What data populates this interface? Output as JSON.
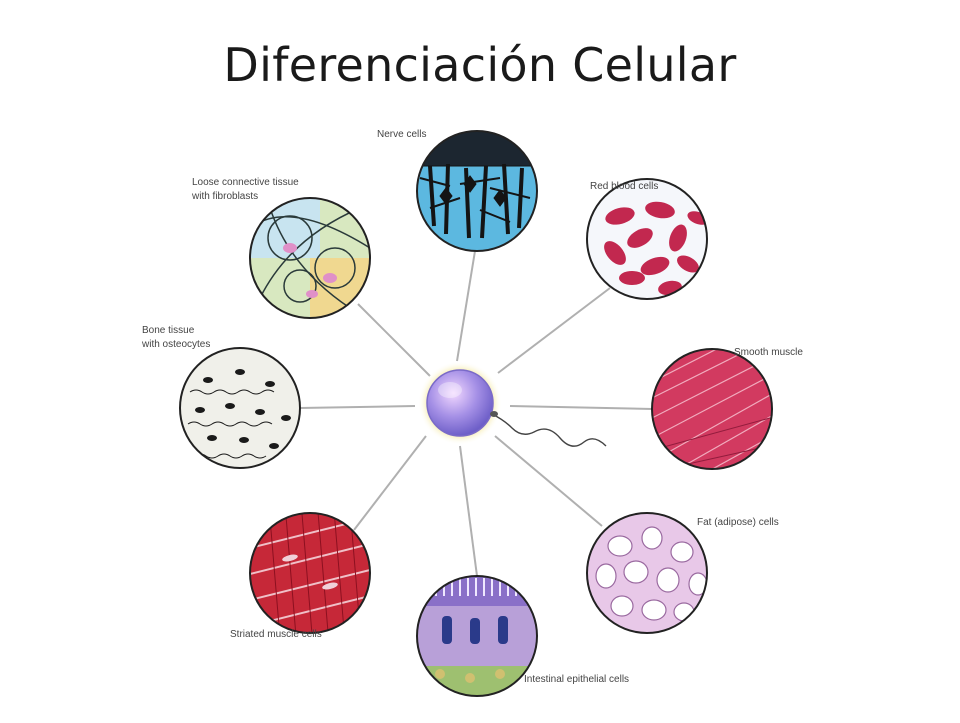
{
  "title": "Diferenciación Celular",
  "cells": {
    "nerve": "Nerve cells",
    "red_blood": "Red blood cells",
    "smooth_muscle": "Smooth muscle",
    "fat": "Fat (adipose) cells",
    "intestinal": "Intestinal epithelial cells",
    "striated": "Striated muscle cells",
    "bone_line1": "Bone tissue",
    "bone_line2": "with osteocytes",
    "loose_line1": "Loose connective tissue",
    "loose_line2": "with fibroblasts"
  },
  "colors": {
    "nerve": "#5cb8e0",
    "red_blood": "#c2284f",
    "smooth_muscle": "#d23a60",
    "fat": "#e8c8e8",
    "intestinal": "#b8a0d8",
    "striated": "#c62838",
    "bone": "#f0f0ea",
    "loose": "#d8e8c0",
    "center_cell": "#9d8fe0"
  }
}
